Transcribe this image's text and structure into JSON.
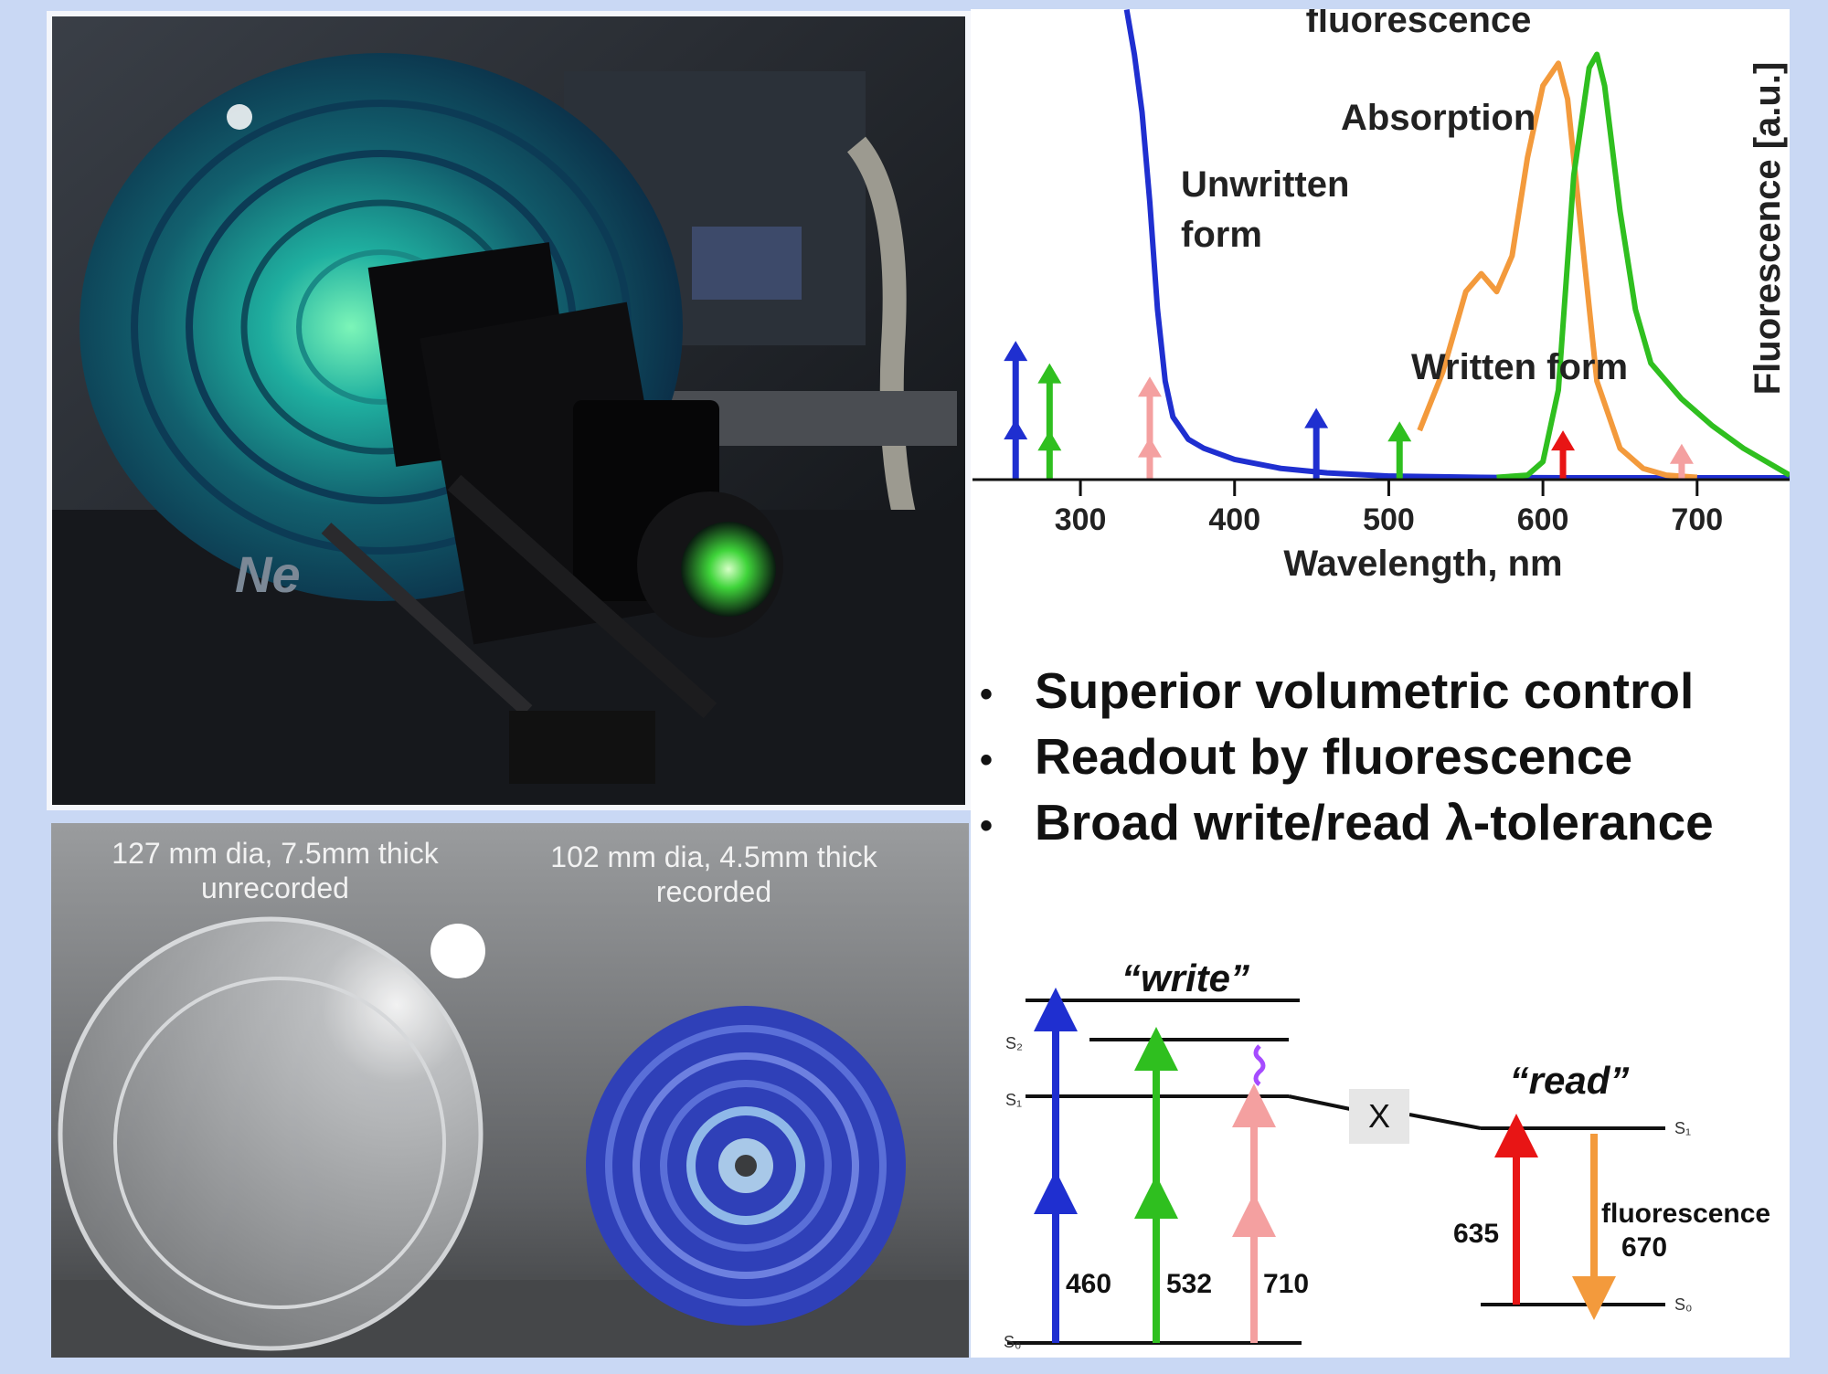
{
  "spectrum": {
    "labels": {
      "fluorescence": "fluorescence",
      "absorption": "Absorption",
      "unwritten_line1": "Unwritten",
      "unwritten_line2": "form",
      "written": "Written form",
      "y_axis": "Fluorescence [a.u.]"
    },
    "chart_data": {
      "type": "line",
      "xlabel": "Wavelength, nm",
      "ylabel": "Fluorescence [a.u.]",
      "xlim": [
        230,
        760
      ],
      "x_ticks": [
        "300",
        "400",
        "500",
        "600",
        "700"
      ],
      "series": [
        {
          "name": "Unwritten form",
          "color": "#1f2fd0",
          "x": [
            330,
            335,
            340,
            345,
            350,
            355,
            360,
            370,
            380,
            400,
            430,
            460,
            500,
            560,
            620,
            700,
            760
          ],
          "y": [
            1.05,
            0.95,
            0.82,
            0.62,
            0.38,
            0.22,
            0.14,
            0.09,
            0.07,
            0.045,
            0.025,
            0.015,
            0.008,
            0.005,
            0.004,
            0.004,
            0.004
          ]
        },
        {
          "name": "Absorption",
          "color": "#f39a3c",
          "x": [
            520,
            535,
            550,
            560,
            570,
            580,
            590,
            600,
            610,
            616,
            625,
            635,
            650,
            665,
            680,
            700
          ],
          "y": [
            0.11,
            0.24,
            0.42,
            0.46,
            0.42,
            0.5,
            0.72,
            0.88,
            0.93,
            0.85,
            0.55,
            0.22,
            0.07,
            0.025,
            0.01,
            0.005
          ]
        },
        {
          "name": "fluorescence",
          "color": "#2fbf1f",
          "x": [
            570,
            590,
            600,
            610,
            620,
            630,
            635,
            640,
            650,
            660,
            670,
            690,
            710,
            730,
            760
          ],
          "y": [
            0.005,
            0.01,
            0.04,
            0.2,
            0.68,
            0.92,
            0.95,
            0.88,
            0.6,
            0.38,
            0.26,
            0.18,
            0.12,
            0.07,
            0.01
          ]
        }
      ],
      "excitation_arrows": [
        {
          "x": 258,
          "color": "#1f2fd0",
          "height": 0.31
        },
        {
          "x": 280,
          "color": "#2fbf1f",
          "height": 0.26
        },
        {
          "x": 345,
          "color": "#f4a0a0",
          "height": 0.23
        },
        {
          "x": 453,
          "color": "#1f2fd0",
          "height": 0.16
        },
        {
          "x": 507,
          "color": "#2fbf1f",
          "height": 0.13
        },
        {
          "x": 613,
          "color": "#e81515",
          "height": 0.11
        },
        {
          "x": 690,
          "color": "#f4a0a0",
          "height": 0.08
        }
      ]
    }
  },
  "photos": {
    "bottom_left_caption_line1": "127 mm dia, 7.5mm thick",
    "bottom_left_caption_line2": "unrecorded",
    "bottom_right_caption_line1": "102 mm dia, 4.5mm thick",
    "bottom_right_caption_line2": "recorded",
    "brand_text": "Ne"
  },
  "bullets": {
    "marker": "•",
    "items": [
      "Superior volumetric control",
      "Readout by fluorescence",
      "Broad write/read λ-tolerance"
    ]
  },
  "energy": {
    "write_label": "“write”",
    "read_label": "“read”",
    "crossing_label": "X",
    "wavelengths": {
      "w460": "460",
      "w532": "532",
      "w710": "710",
      "r635": "635"
    },
    "fluorescence_label": "fluorescence",
    "fluorescence_value": "670",
    "level_s2": "S₂",
    "level_s1": "S₁",
    "level_s0": "S₀",
    "colors": {
      "blue": "#1f2fd0",
      "green": "#2fbf1f",
      "pink": "#f4a0a0",
      "red": "#e81515",
      "orange": "#f39a3c",
      "violet": "#a64bff"
    }
  }
}
